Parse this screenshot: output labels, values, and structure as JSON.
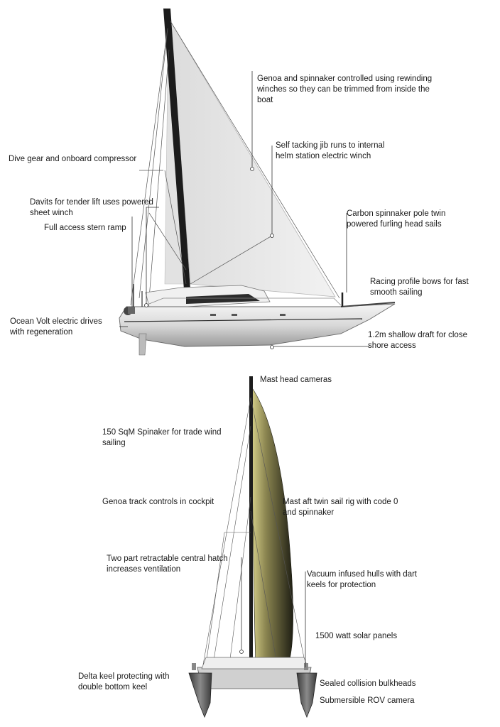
{
  "side_view": {
    "labels": {
      "genoa": [
        "Genoa and spinnaker controlled using rewinding",
        "winches so they can be trimmed from inside the",
        "boat"
      ],
      "self_tacking": [
        "Self tacking jib runs to internal",
        "helm station electric winch"
      ],
      "dive_gear": [
        "Dive gear and onboard compressor"
      ],
      "davits": [
        "Davits for tender lift uses powered",
        "sheet winch"
      ],
      "stern_ramp": [
        "Full access stern ramp"
      ],
      "carbon_pole": [
        "Carbon spinnaker pole twin",
        "powered furling head sails"
      ],
      "racing_bows": [
        "Racing profile bows for fast",
        "smooth sailing"
      ],
      "electric_drives": [
        "Ocean Volt electric drives",
        "with regeneration"
      ],
      "shallow_draft": [
        "1.2m shallow draft for close",
        "shore access"
      ]
    }
  },
  "front_view": {
    "labels": {
      "mast_cameras": [
        "Mast head cameras"
      ],
      "spinnaker": [
        "150 SqM Spinaker for trade wind",
        "sailing"
      ],
      "genoa_track": [
        "Genoa track controls in cockpit"
      ],
      "mast_aft": [
        "Mast aft twin sail rig with code 0",
        "and spinnaker"
      ],
      "hatch": [
        "Two part retractable central hatch",
        "increases ventilation"
      ],
      "vacuum_hulls": [
        "Vacuum infused hulls with dart",
        "keels for protection"
      ],
      "solar": [
        "1500 watt solar panels"
      ],
      "delta_keel": [
        "Delta keel protecting with",
        "double bottom keel"
      ],
      "bulkheads": [
        "Sealed collision bulkheads"
      ],
      "rov": [
        "Submersible ROV camera"
      ]
    }
  },
  "colors": {
    "mast": "#1c1c1c",
    "sail": "#ececec",
    "hull": "#dcdcdc",
    "spinnaker_dark": "#2a2a1a",
    "spinnaker_light": "#c9c488",
    "leader": "#333333"
  }
}
